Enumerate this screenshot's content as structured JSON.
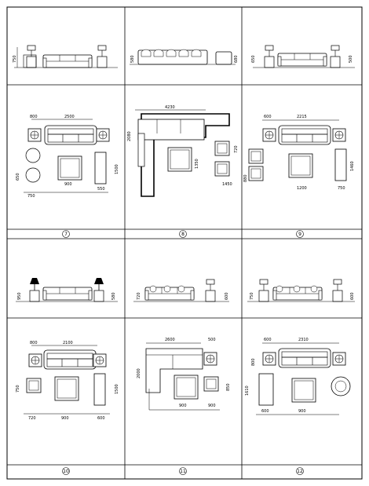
{
  "panels": [
    {
      "number": "7",
      "elev_dims": [
        "750"
      ],
      "plan_top": [
        "800",
        "2500"
      ],
      "plan_left": [
        "650"
      ],
      "plan_right": [
        "1500"
      ],
      "plan_bottom": [
        "900",
        "550",
        "750"
      ]
    },
    {
      "number": "8",
      "elev_dims": [
        "580",
        "680"
      ],
      "plan_top": [
        "4230"
      ],
      "plan_left": [
        "2080"
      ],
      "plan_center": [
        "1350"
      ],
      "plan_right": [
        "720",
        "1450"
      ]
    },
    {
      "number": "9",
      "elev_dims": [
        "650",
        "500"
      ],
      "plan_top": [
        "600",
        "2215"
      ],
      "plan_left": [
        "880"
      ],
      "plan_right": [
        "1460",
        "750"
      ],
      "plan_bottom": [
        "1200"
      ]
    },
    {
      "number": "10",
      "elev_dims": [
        "950",
        "580"
      ],
      "plan_top": [
        "800",
        "2100"
      ],
      "plan_left": [
        "750"
      ],
      "plan_right": [
        "1500"
      ],
      "plan_bottom": [
        "720",
        "900",
        "600"
      ]
    },
    {
      "number": "11",
      "elev_dims": [
        "720",
        "600"
      ],
      "plan_top": [
        "2600",
        "500"
      ],
      "plan_left": [
        "2000"
      ],
      "plan_right": [
        "850"
      ],
      "plan_bottom": [
        "900",
        "900"
      ]
    },
    {
      "number": "12",
      "elev_dims": [
        "750",
        "600"
      ],
      "plan_top": [
        "600",
        "2310"
      ],
      "plan_left": [
        "800",
        "1610"
      ],
      "plan_bottom": [
        "600",
        "900"
      ]
    }
  ]
}
